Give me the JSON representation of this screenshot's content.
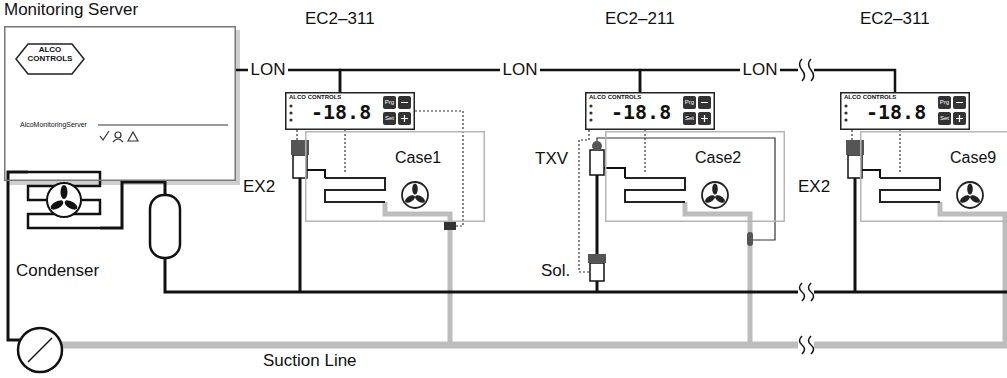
{
  "diagram": {
    "nodes": [
      {
        "text": [
          "Monitoring Server",
          "ALCO CONTROLS",
          "AlcoMonitoringServer"
        ]
      },
      {
        "text": [
          "ALCO CONTROLS",
          "-18.8",
          "Prg",
          "Set"
        ]
      },
      {
        "text": [
          "Case1"
        ]
      },
      {
        "text": [
          "ALCO CONTROLS",
          "-18.8",
          "Prg",
          "Set"
        ]
      },
      {
        "text": [
          "Case2"
        ]
      },
      {
        "text": [
          "ALCO CONTROLS",
          "-18.8",
          "Prg",
          "Set"
        ]
      },
      {
        "text": [
          "Case9"
        ]
      }
    ],
    "edges": [
      {
        "from": 0,
        "to": 1,
        "arrow": "none",
        "label": "LON"
      },
      {
        "from": 1,
        "to": 3,
        "arrow": "none",
        "label": "LON"
      },
      {
        "from": 3,
        "to": 5,
        "arrow": "none",
        "label": "LON"
      }
    ],
    "labels": [
      "EC2–311",
      "EC2–211",
      "EC2–311",
      "EX2",
      "TXV",
      "Sol.",
      "EX2",
      "Condenser",
      "Suction Line"
    ]
  }
}
